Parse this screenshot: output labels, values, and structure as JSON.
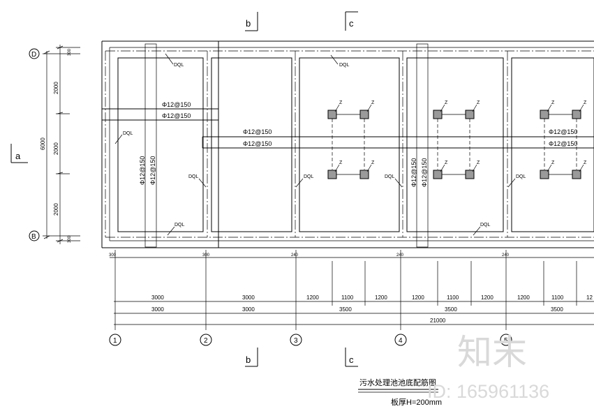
{
  "section_marks": {
    "b": "b",
    "c": "c",
    "a": "a"
  },
  "axis_labels": {
    "D": "D",
    "B": "B",
    "n1": "1",
    "n2": "2",
    "n3": "3",
    "n4": "4",
    "n5": "5"
  },
  "dims_vertical": {
    "total": "6000",
    "seg1": "2000",
    "seg2": "2000",
    "seg3": "2000",
    "top": "300",
    "bottom": "300"
  },
  "dims_under_walls": {
    "w1": "300",
    "w2": "300",
    "w3": "240",
    "w4": "240",
    "w5": "240"
  },
  "dims_row1": [
    "3000",
    "3000",
    "1200",
    "1100",
    "1200",
    "1200",
    "1100",
    "1200",
    "1200",
    "1100",
    "12"
  ],
  "dims_row2": [
    "3000",
    "3000",
    "3500",
    "3500",
    "3500"
  ],
  "dims_total": "21000",
  "rebar_labels": {
    "r1": "Φ12@150",
    "r2": "Φ12@150"
  },
  "beam_label": "DQL",
  "column_label": "Z",
  "title": "污水处理池池底配筋图",
  "subtitle": "板厚H=200mm",
  "watermark": {
    "logo": "知末",
    "id": "ID: 165961136"
  }
}
